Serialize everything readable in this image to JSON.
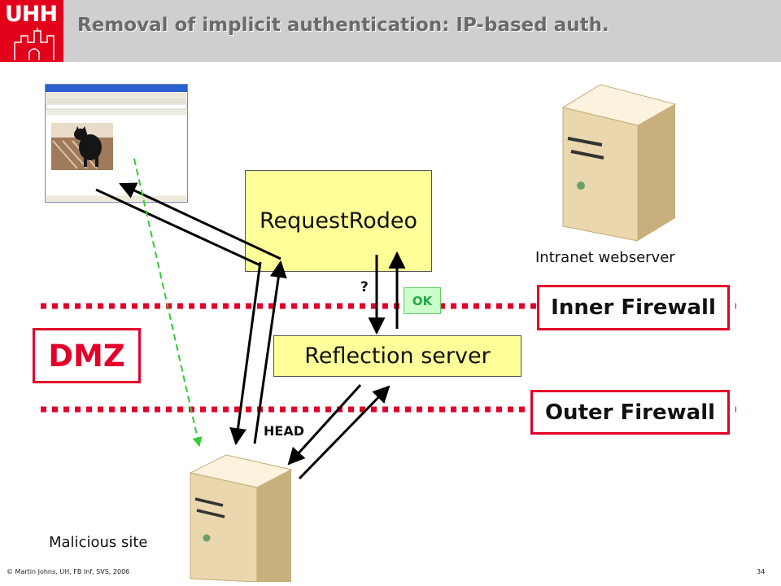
{
  "header": {
    "logo_text": "UHH",
    "title": "Removal of implicit authentication: IP-based auth."
  },
  "diagram": {
    "request_rodeo": "RequestRodeo",
    "reflection_server": "Reflection server",
    "inner_firewall": "Inner Firewall",
    "outer_firewall": "Outer Firewall",
    "dmz": "DMZ",
    "intranet_webserver": "Intranet webserver",
    "malicious_site": "Malicious site",
    "question": "?",
    "ok": "OK",
    "head": "HEAD"
  },
  "footer": {
    "copyright": "© Martin Johns, UH, FB Inf, SVS, 2006",
    "page_number": "34"
  },
  "colors": {
    "accent_red": "#e2002a",
    "box_yellow": "#ffff99",
    "ok_green": "#ccffcc",
    "dashed_green": "#33cc33"
  }
}
